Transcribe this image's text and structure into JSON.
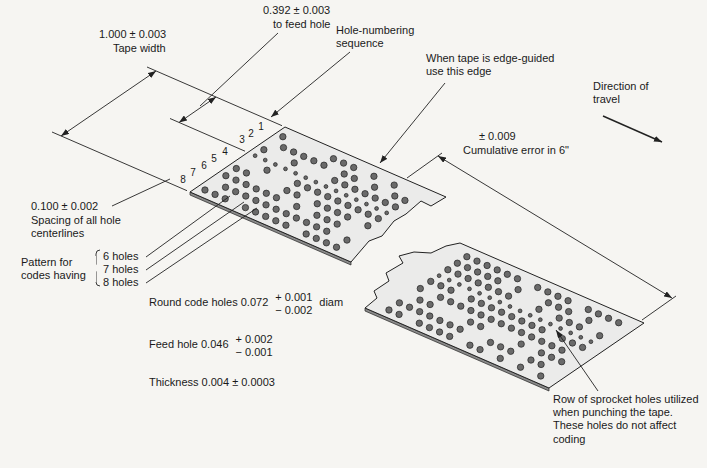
{
  "diagram": {
    "labels": [
      "0.392 ± 0.003",
      "to feed hole",
      "1.000 ± 0.003",
      "Tape width",
      "Hole-numbering sequence",
      "When tape is edge-guided use this edge",
      "Direction of travel",
      "8",
      "7",
      "6",
      "5",
      "4",
      "3",
      "2",
      "1",
      "± 0.009",
      "Cumulative error in 6\"",
      "0.100 ± 0.002",
      "Spacing of all hole centerlines",
      "Pattern for codes having",
      "6 holes",
      "7 holes",
      "8 holes",
      "Round code holes 0.072",
      "+ 0.001",
      "− 0.002",
      "diam",
      "Feed hole 0.046",
      "+ 0.002",
      "− 0.001",
      "Thickness 0.004 ± 0.0003",
      "Row of sprocket holes utilized when punching the tape. These holes do not affect coding"
    ]
  }
}
